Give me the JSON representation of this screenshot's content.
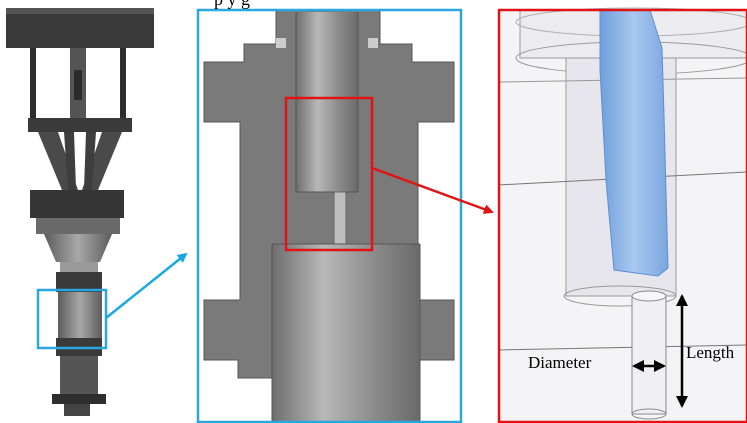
{
  "caption_fragment": "p                          y g",
  "labels": {
    "diameter": "Diameter",
    "length": "Length"
  },
  "colors": {
    "zoom1_frame": "#2aa6e0",
    "zoom2_frame": "#e01414",
    "zoom1_arrow": "#19a8e6",
    "zoom2_arrow": "#e01414",
    "fixture_dark": "#3d3d3d",
    "fixture_mid": "#6a6a6a",
    "fixture_light": "#bdbdbd",
    "section_body": "#777777",
    "section_bore": "#9a9a9a",
    "specimen_blue": "#8fb6e8",
    "transparent_grip": "#e8e8ec"
  },
  "panels": [
    {
      "name": "test-fixture-overview"
    },
    {
      "name": "grip-cross-section"
    },
    {
      "name": "specimen-detail"
    }
  ]
}
